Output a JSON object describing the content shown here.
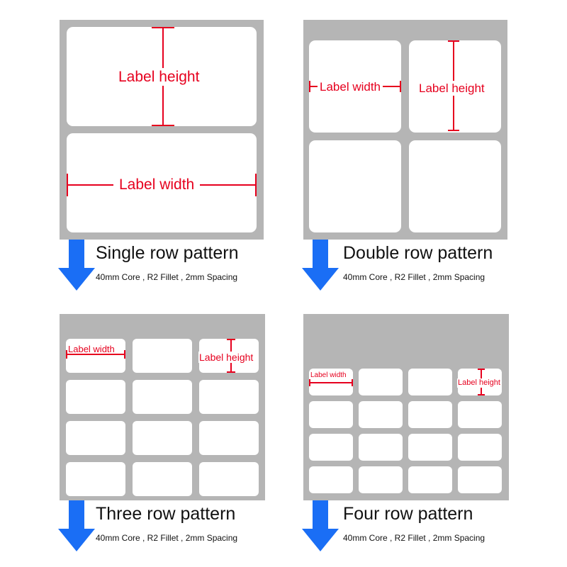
{
  "dimension_labels": {
    "height": "Label height",
    "width": "Label width"
  },
  "panels": [
    {
      "title": "Single row pattern",
      "spec": "40mm Core , R2 Fillet , 2mm Spacing"
    },
    {
      "title": "Double row pattern",
      "spec": "40mm Core , R2 Fillet , 2mm Spacing"
    },
    {
      "title": "Three row pattern",
      "spec": "40mm Core , R2 Fillet , 2mm Spacing"
    },
    {
      "title": "Four row pattern",
      "spec": "40mm Core , R2 Fillet , 2mm Spacing"
    }
  ],
  "colors": {
    "liner": "#b5b5b5",
    "label": "#ffffff",
    "dimension": "#e6001e",
    "arrow": "#1a6ef5"
  },
  "icons": [
    "down-arrow-icon"
  ]
}
